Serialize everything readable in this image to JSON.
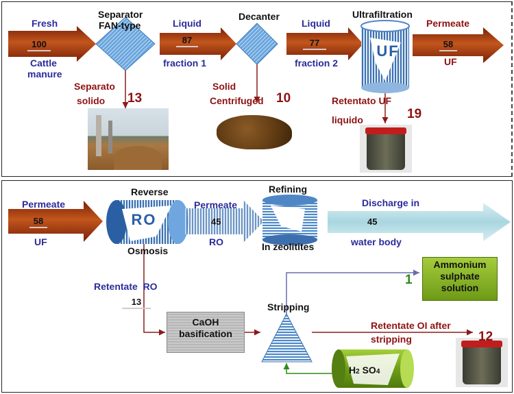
{
  "top": {
    "fresh": {
      "line1": "Fresh",
      "value": "100",
      "line2": "Cattle",
      "line3": "manure"
    },
    "separator": {
      "line1": "Separator",
      "line2": "FAN-type"
    },
    "liquid1": {
      "line1": "Liquid",
      "value": "87",
      "line2": "fraction 1"
    },
    "decanter": {
      "label": "Decanter"
    },
    "liquid2": {
      "line1": "Liquid",
      "value": "77",
      "line2": "fraction 2"
    },
    "ultrafiltration": {
      "label": "Ultrafiltration",
      "uf_letters": "UF"
    },
    "permeate": {
      "line1": "Permeate",
      "value": "58",
      "line2": "UF"
    },
    "separato_solido": {
      "line1": "Separato",
      "line2": "solido",
      "value": "13"
    },
    "solid_centrifuged": {
      "line1": "Solid",
      "line2": "Centrifuged",
      "value": "10"
    },
    "retentato_uf": {
      "line1": "Retentato UF",
      "line2": "liquido",
      "value": "19"
    }
  },
  "bottom": {
    "permeate_uf": {
      "line1": "Permeate",
      "value": "58",
      "line2": "UF"
    },
    "reverse_osmosis": {
      "line1": "Reverse",
      "letters": "RO",
      "line2": "Osmosis"
    },
    "permeate_ro": {
      "line1": "Permeate",
      "value": "45",
      "line2": "RO"
    },
    "refining": {
      "line1": "Refining",
      "line2": "In zeolitites"
    },
    "discharge": {
      "line1": "Discharge in",
      "value": "45",
      "line2": "water body"
    },
    "ammonium": {
      "line1": "Ammonium",
      "line2": "sulphate",
      "line3": "solution",
      "value": "1"
    },
    "retentate_ro": {
      "label": "Retentate  RO",
      "value": "13"
    },
    "caoh": {
      "line1": "CaOH",
      "line2": "basification"
    },
    "stripping": {
      "label": "Stripping"
    },
    "retentate_oi": {
      "line1": "Retentate OI after",
      "line2": "stripping",
      "value": "12"
    },
    "h2so4": {
      "h": "H",
      "sub2": "2",
      "so": " SO",
      "sub4": "4"
    }
  },
  "colors": {
    "arrow_red": "#a93a0c",
    "arrow_light_blue": "#bfe3ea",
    "diamond_blue": "#5b9ad6",
    "label_blue": "#2b2b9a",
    "label_red": "#8e1212",
    "box_green": "#8bb82c",
    "flow_purple": "#6b6bb0",
    "flow_dark_red": "#8b1a1a",
    "flow_green": "#2e8b1a"
  }
}
